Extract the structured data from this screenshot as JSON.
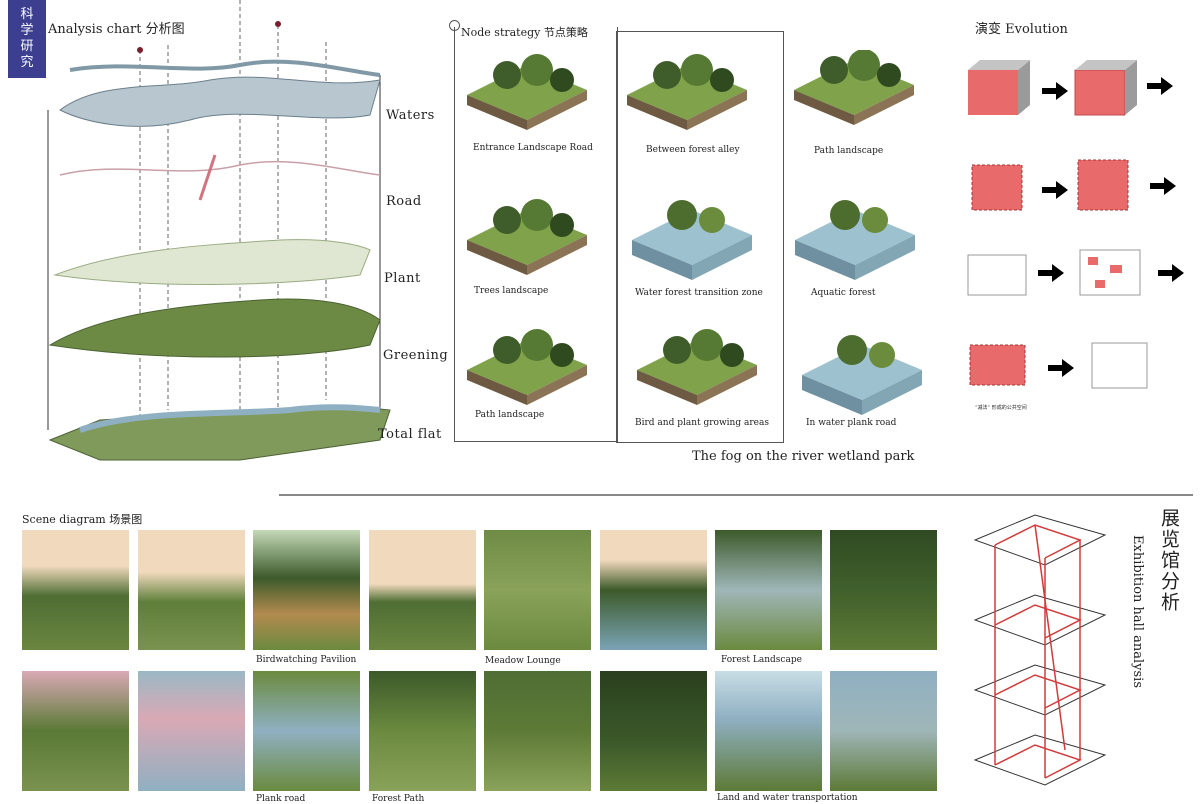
{
  "badge": {
    "line1": "科",
    "line2": "学",
    "line3": "研",
    "line4": "究"
  },
  "analysis": {
    "title": "Analysis chart  分析图",
    "layers": [
      "Waters",
      "Road",
      "Plant",
      "Greening",
      "Total flat"
    ]
  },
  "node_strategy": {
    "title": "Node strategy  节点策略",
    "items": [
      "Entrance Landscape Road",
      "Trees landscape",
      "Path landscape",
      "Between forest alley",
      "Water forest transition zone",
      "Bird and plant growing areas",
      "Path landscape",
      "Aquatic forest",
      "In water plank road"
    ]
  },
  "evolution": {
    "title": "演变 Evolution",
    "caption": "“减法” 形成的公共空间"
  },
  "park_title": "The fog on the river wetland park",
  "scene": {
    "title": "Scene diagram  场景图",
    "captions_top": [
      "Birdwatching Pavilion",
      "Meadow Lounge",
      "Forest Landscape"
    ],
    "captions_bottom": [
      "Plank road",
      "Forest Path",
      "Land and water transportation"
    ]
  },
  "exhibition": {
    "cn": "展览馆分析",
    "en": "Exhibition hall analysis"
  },
  "colors": {
    "badge": "#3c3f8f",
    "red": "#e86a6a",
    "green": "#5f7a3a",
    "water": "#8fb0c2"
  }
}
